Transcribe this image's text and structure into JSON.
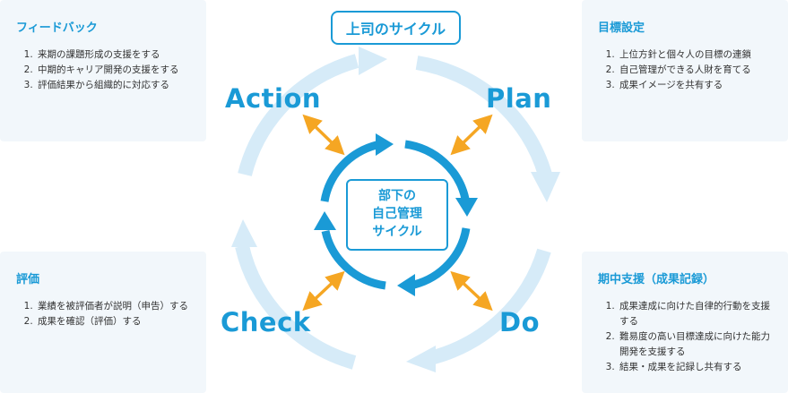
{
  "outer_cycle_label": "上司のサイクル",
  "inner_cycle_label_lines": [
    "部下の",
    "自己管理",
    "サイクル"
  ],
  "phases": {
    "plan": "Plan",
    "do": "Do",
    "check": "Check",
    "action": "Action"
  },
  "panels": {
    "feedback": {
      "title": "フィードバック",
      "items": [
        "来期の課題形成の支援をする",
        "中期的キャリア開発の支援をする",
        "評価結果から組織的に対応する"
      ]
    },
    "goal_setting": {
      "title": "目標設定",
      "items": [
        "上位方針と個々人の目標の連鎖",
        "自己管理ができる人財を育てる",
        "成果イメージを共有する"
      ]
    },
    "evaluation": {
      "title": "評価",
      "items": [
        "業績を被評価者が説明（申告）する",
        "成果を確認（評価）する"
      ]
    },
    "midterm_support": {
      "title": "期中支援（成果記録）",
      "items": [
        "成果達成に向けた自律的行動を支援する",
        "難易度の高い目標達成に向けた能力開発を支援する",
        "結果・成果を記録し共有する"
      ]
    }
  },
  "colors": {
    "primary_blue": "#1a9ad6",
    "light_blue": "#d6ebf8",
    "orange_arrow": "#f5a623",
    "panel_bg": "#f2f7fb"
  }
}
